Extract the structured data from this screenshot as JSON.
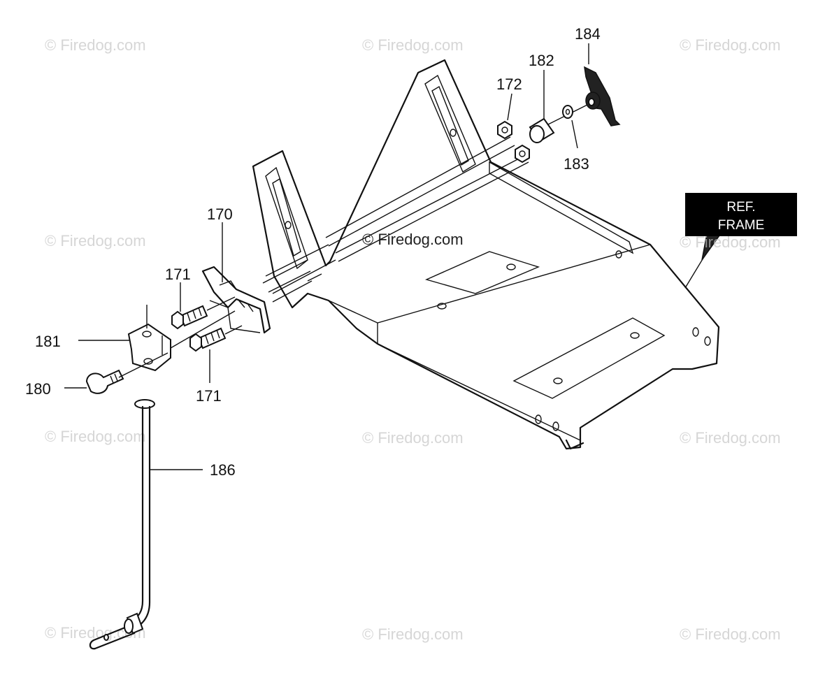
{
  "watermarks": [
    "© Firedog.com",
    "© Firedog.com",
    "© Firedog.com",
    "© Firedog.com",
    "© Firedog.com",
    "© Firedog.com",
    "© Firedog.com",
    "© Firedog.com",
    "© Firedog.com",
    "© Firedog.com",
    "© Firedog.com",
    "© Firedog.com",
    "© Firedog.com"
  ],
  "callouts": {
    "p184": "184",
    "p182": "182",
    "p172": "172",
    "p183": "183",
    "p170": "170",
    "p171a": "171",
    "p171b": "171",
    "p181": "181",
    "p180": "180",
    "p186": "186"
  },
  "ref_frame": {
    "line1": "REF.",
    "line2": "FRAME"
  },
  "colors": {
    "line": "#111111",
    "watermark": "#d6d6d6",
    "ref_box": "#000000"
  }
}
